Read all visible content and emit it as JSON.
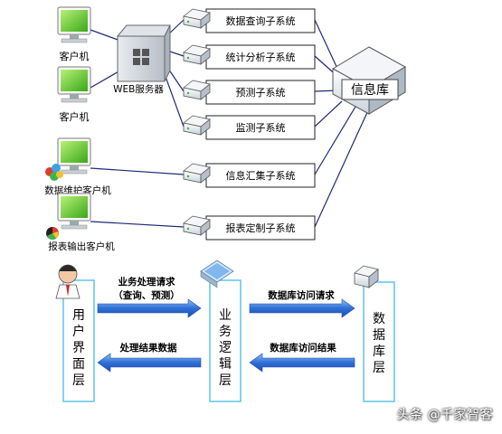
{
  "top": {
    "clients": [
      {
        "label": "客户机"
      },
      {
        "label": "客户机"
      },
      {
        "label": "数据维护客户机"
      },
      {
        "label": "报表输出客户机"
      }
    ],
    "web_server_label": "WEB服务器",
    "subsystems": [
      {
        "label": "数据查询子系统"
      },
      {
        "label": "统计分析子系统"
      },
      {
        "label": "预测子系统"
      },
      {
        "label": "监测子系统"
      },
      {
        "label": "信息汇集子系统"
      },
      {
        "label": "报表定制子系统"
      }
    ],
    "database_label": "信息库"
  },
  "bottom": {
    "user_layer": [
      "用",
      "户",
      "界",
      "面",
      "层"
    ],
    "logic_layer": [
      "业",
      "务",
      "逻",
      "辑",
      "层"
    ],
    "data_layer": [
      "数",
      "据",
      "库",
      "层"
    ],
    "request_line1": "业务处理请求",
    "request_line2": "（查询、预测）",
    "result_label": "处理结果数据",
    "db_request_label": "数据库访问请求",
    "db_result_label": "数据库访问结果"
  },
  "watermark": "头条 @千家智客",
  "colors": {
    "link": "#1f2a7a",
    "box_border": "#222222",
    "layer_border": "#5ec3ee",
    "arrow_blue": "#2f6fd6",
    "monitor_green": "#46b81e"
  }
}
